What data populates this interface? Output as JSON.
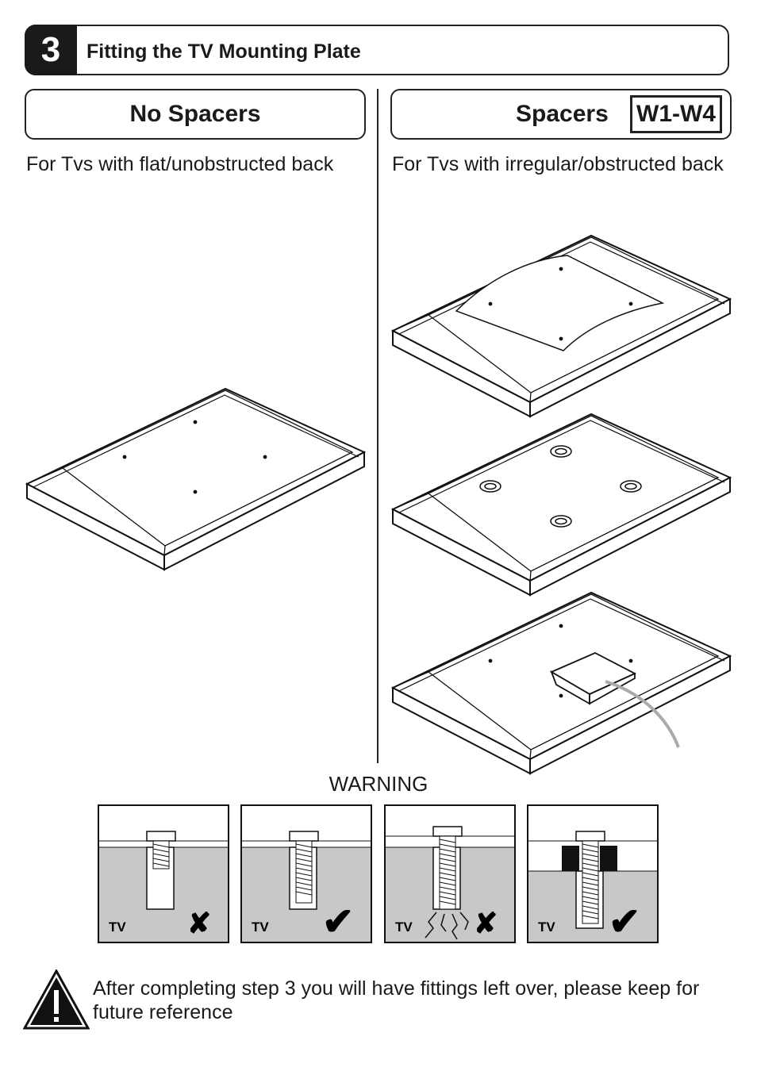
{
  "step": {
    "number": "3",
    "title": "Fitting the TV Mounting Plate"
  },
  "left_column": {
    "heading": "No Spacers",
    "description": "For Tvs with flat/unobstructed back"
  },
  "right_column": {
    "heading": "Spacers",
    "part_code": "W1-W4",
    "description": "For Tvs with irregular/obstructed back"
  },
  "warning": {
    "label": "WARNING",
    "panels": [
      {
        "tv_label": "TV",
        "result": "incorrect"
      },
      {
        "tv_label": "TV",
        "result": "correct"
      },
      {
        "tv_label": "TV",
        "result": "incorrect"
      },
      {
        "tv_label": "TV",
        "result": "correct"
      }
    ]
  },
  "caution_note": "After completing step 3 you will have fittings left over, please keep for future reference",
  "icons": [
    "exclamation-triangle-icon",
    "check-mark-icon",
    "cross-mark-icon"
  ]
}
